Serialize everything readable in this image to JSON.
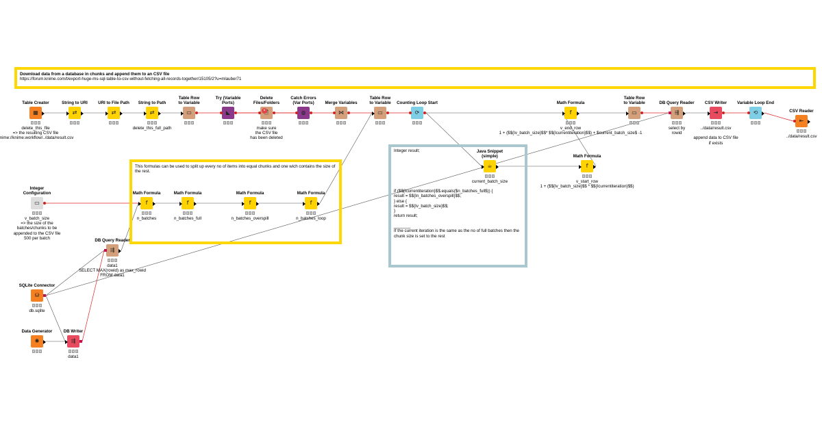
{
  "colors": {
    "annotation_yellow": "#ffd700",
    "annotation_teal": "#a9c7cf",
    "flow_variable_wire": "#e02424",
    "data_wire": "#555555",
    "source_node": "#f58021",
    "manipulator_node": "#ffd201",
    "other_node": "#d3a07b",
    "loop_node": "#7ecfe6",
    "meta_node": "#8b3a8b",
    "writer_node": "#e84a5f"
  },
  "annotations": {
    "header": {
      "title": "Download data from a database in chunks and append them to an CSV file",
      "url": "https://forum.knime.com/t/export-huge-ms-sql-table-to-csv-without-fetching-all-records-together/15105/2?u=mlauber71"
    },
    "batch_box": "This formulas can be used to split up every no of items into equal chunks and one wich contains the size of the rest.",
    "java_box": {
      "top": "Integer result;",
      "code": "if ($${Icurrentiteration}$$.equals($n_batches_full$)) {\nresult = $${In_batches_overspill}$$;\n} else {\nresult = $${Iv_batch_size}$$;\n}\nreturn result;\n\n_______\nIf the current iteration is the same as the no of full batches then the chunk size is set to the rest"
    }
  },
  "nodes": [
    {
      "id": "table-creator",
      "title": "Table Creator",
      "icon": "table-icon",
      "glyph": "▦",
      "color": "#f58021",
      "label": "delete_this_file\n=> the resulting CSV file\nknime://knime.workflow/../data/result.csv",
      "inPort": null,
      "outPort": "data"
    },
    {
      "id": "string-to-uri",
      "title": "String to URI",
      "icon": "uri-icon",
      "glyph": "⇄",
      "color": "#ffd201",
      "label": "",
      "inPort": "data",
      "outPort": "data"
    },
    {
      "id": "uri-to-file-path",
      "title": "URI to File Path",
      "icon": "path-icon",
      "glyph": "⇄",
      "color": "#ffd201",
      "label": "",
      "inPort": "data",
      "outPort": "data"
    },
    {
      "id": "string-to-path",
      "title": "String to Path",
      "icon": "path-icon",
      "glyph": "⇄",
      "color": "#ffd201",
      "label": "delete_this_full_path",
      "inPort": "data",
      "outPort": "data"
    },
    {
      "id": "table-row-to-variable-1",
      "title": "Table Row\nto Variable",
      "icon": "variable-icon",
      "glyph": "▭",
      "color": "#d3a07b",
      "label": "",
      "inPort": "data",
      "outPort": "var"
    },
    {
      "id": "try-variable-ports",
      "title": "Try (Variable\nPorts)",
      "icon": "try-icon",
      "glyph": "◣",
      "color": "#8b3a8b",
      "label": "",
      "inPort": "var",
      "outPort": "var"
    },
    {
      "id": "delete-files-folders",
      "title": "Delete\nFiles/Folders",
      "icon": "delete-icon",
      "glyph": "🗎",
      "color": "#d3a07b",
      "label": "make sure\nthe CSV file\nhas been deleted",
      "inPort": "var",
      "outPort": "var",
      "error": true
    },
    {
      "id": "catch-errors",
      "title": "Catch Errors\n(Var Ports)",
      "icon": "catch-icon",
      "glyph": "◍",
      "color": "#8b3a8b",
      "label": "",
      "inPort": "var",
      "outPort": "var"
    },
    {
      "id": "merge-variables",
      "title": "Merge Variables",
      "icon": "merge-icon",
      "glyph": "⋈",
      "color": "#d3a07b",
      "label": "",
      "inPort": "var",
      "outPort": "var"
    },
    {
      "id": "table-row-to-variable-2",
      "title": "Table Row\nto Variable",
      "icon": "variable-icon",
      "glyph": "▭",
      "color": "#d3a07b",
      "label": "",
      "inPort": "data",
      "outPort": "var"
    },
    {
      "id": "counting-loop-start",
      "title": "Counting Loop Start",
      "icon": "loop-icon",
      "glyph": "⟳",
      "color": "#7ecfe6",
      "label": "",
      "inPort": "var",
      "outPort": "var"
    },
    {
      "id": "math-formula-v-end-row",
      "title": "Math Formula",
      "icon": "formula-icon",
      "glyph": "f",
      "color": "#ffd201",
      "label": "v_end_row\n1 + ($${Iv_batch_size}$$* $${Icurrentiteration}$$) + $current_batch_size$ -1",
      "inPort": "data",
      "outPort": "data",
      "wide": true
    },
    {
      "id": "table-row-to-variable-3",
      "title": "Table Row\nto Variable",
      "icon": "variable-icon",
      "glyph": "▭",
      "color": "#d3a07b",
      "label": "",
      "inPort": "data",
      "outPort": "var"
    },
    {
      "id": "db-query-reader-1",
      "title": "DB Query Reader",
      "icon": "db-reader-icon",
      "glyph": "⇶",
      "color": "#d3a07b",
      "label": "select by\nrowid",
      "inPort": "db",
      "outPort": "data"
    },
    {
      "id": "csv-writer",
      "title": "CSV Writer",
      "icon": "csv-writer-icon",
      "glyph": "⇥",
      "color": "#e84a5f",
      "label": "../data/result.csv\n\nappend data to CSV file\nif exists",
      "inPort": "data",
      "outPort": "var"
    },
    {
      "id": "variable-loop-end",
      "title": "Variable Loop End",
      "icon": "loop-end-icon",
      "glyph": "⟲",
      "color": "#7ecfe6",
      "label": "",
      "inPort": "var",
      "outPort": "data"
    },
    {
      "id": "csv-reader",
      "title": "CSV Reader",
      "icon": "csv-reader-icon",
      "glyph": "⇤",
      "color": "#f58021",
      "label": "../data/result.csv",
      "inPort": "var",
      "outPort": "data"
    },
    {
      "id": "java-snippet",
      "title": "Java Snippet\n(simple)",
      "icon": "java-icon",
      "glyph": "☕",
      "color": "#ffd201",
      "label": "current_batch_size",
      "inPort": "data",
      "outPort": "data"
    },
    {
      "id": "math-formula-v-start-row",
      "title": "Math Formula",
      "icon": "formula-icon",
      "glyph": "f",
      "color": "#ffd201",
      "label": "v_start_row\n1 + ($${Iv_batch_size}$$ * $${Icurrentiteration}$$)",
      "inPort": "data",
      "outPort": "data",
      "wide": true
    },
    {
      "id": "integer-configuration",
      "title": "Integer\nConfiguration",
      "icon": "config-icon",
      "glyph": "▭",
      "color": "#dddddd",
      "label": "v_batch_size\n=> the size of the\nbatches/chunks to be\nappended to the CSV file\n500 per batch",
      "inPort": null,
      "outPort": "var"
    },
    {
      "id": "math-formula-n-batches",
      "title": "Math Formula",
      "icon": "formula-icon",
      "glyph": "f",
      "color": "#ffd201",
      "label": "n_batches",
      "inPort": "data",
      "outPort": "data"
    },
    {
      "id": "math-formula-n-batches-full",
      "title": "Math Formula",
      "icon": "formula-icon",
      "glyph": "f",
      "color": "#ffd201",
      "label": "n_batches_full",
      "inPort": "data",
      "outPort": "data"
    },
    {
      "id": "math-formula-n-batches-overspill",
      "title": "Math Formula",
      "icon": "formula-icon",
      "glyph": "f",
      "color": "#ffd201",
      "label": "n_batches_overspill",
      "inPort": "data",
      "outPort": "data"
    },
    {
      "id": "math-formula-n-batches-loop",
      "title": "Math Formula",
      "icon": "formula-icon",
      "glyph": "f",
      "color": "#ffd201",
      "label": "n_batches_loop",
      "inPort": "data",
      "outPort": "data"
    },
    {
      "id": "db-query-reader-2",
      "title": "DB Query Reader",
      "icon": "db-reader-icon",
      "glyph": "⇶",
      "color": "#d3a07b",
      "label": "data1\nSELECT MAX(rowid) as max_rowid\nFROM data1",
      "inPort": "db",
      "outPort": "data"
    },
    {
      "id": "sqlite-connector",
      "title": "SQLite Connector",
      "icon": "sqlite-icon",
      "glyph": "⛁",
      "color": "#f58021",
      "label": "db.sqlite",
      "inPort": null,
      "outPort": "db"
    },
    {
      "id": "data-generator",
      "title": "Data Generator",
      "icon": "generator-icon",
      "glyph": "✺",
      "color": "#f58021",
      "label": "",
      "inPort": null,
      "outPort": "data"
    },
    {
      "id": "db-writer",
      "title": "DB Writer",
      "icon": "db-writer-icon",
      "glyph": "⇶",
      "color": "#e84a5f",
      "label": "data1",
      "inPort": "data",
      "outPort": "db"
    }
  ]
}
